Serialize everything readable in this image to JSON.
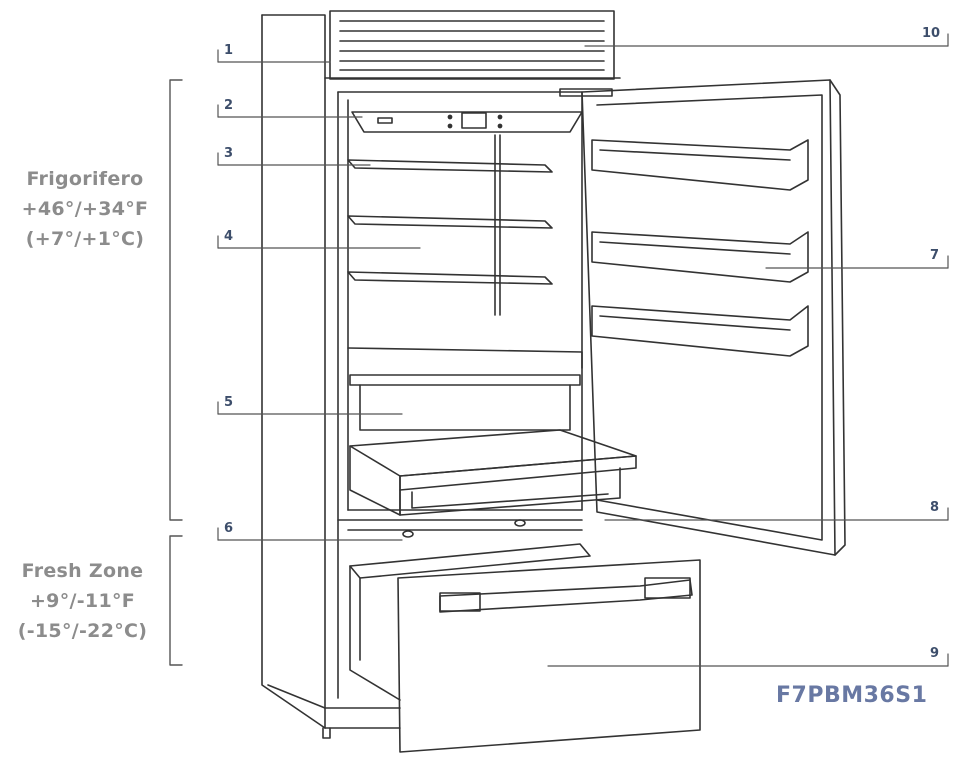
{
  "zones": {
    "fridge": {
      "title": "Frigorifero",
      "temp_f": "+46°/+34°F",
      "temp_c": "(+7°/+1°C)"
    },
    "fresh": {
      "title": "Fresh Zone",
      "temp_f": "+9°/-11°F",
      "temp_c": "(-15°/-22°C)"
    }
  },
  "callouts": [
    "1",
    "2",
    "3",
    "4",
    "5",
    "6",
    "7",
    "8",
    "9",
    "10"
  ],
  "model": "F7PBM36S1",
  "colors": {
    "line": "#333333",
    "label_grey": "#8c8c8c",
    "callout_navy": "#3d4e6b",
    "model_blue": "#6878a3"
  }
}
